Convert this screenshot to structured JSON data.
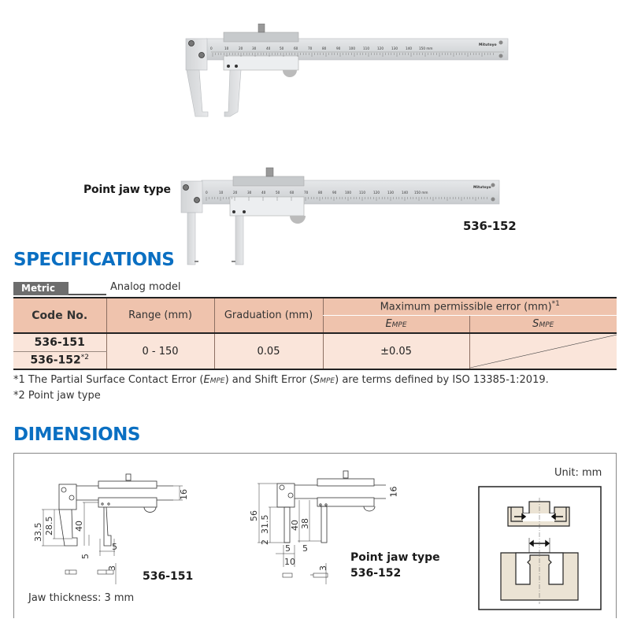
{
  "products": {
    "standard": {
      "code": "536-151",
      "scale_labels": [
        "0",
        "10",
        "20",
        "30",
        "40",
        "50",
        "60",
        "70",
        "80",
        "90",
        "100",
        "110",
        "120",
        "130",
        "140",
        "150"
      ],
      "brand": "Mitutoyo"
    },
    "point_jaw": {
      "label": "Point jaw type",
      "code": "536-152",
      "scale_labels": [
        "0",
        "10",
        "20",
        "30",
        "40",
        "50",
        "60",
        "70",
        "80",
        "90",
        "100",
        "110",
        "120",
        "130",
        "140",
        "150"
      ],
      "brand": "Mitutoyo"
    }
  },
  "specifications": {
    "title": "SPECIFICATIONS",
    "tab_label": "Metric",
    "model_type": "Analog model",
    "colors": {
      "title_blue": "#0a6fc2",
      "header_bg": "#efc3ad",
      "body_bg": "#fae5da",
      "tab_bg": "#6d6d6d"
    },
    "headers": {
      "code": "Code No.",
      "range": "Range (mm)",
      "graduation": "Graduation (mm)",
      "mpe": "Maximum permissible error (mm)",
      "mpe_note": "*1",
      "empe_main": "E",
      "empe_sub": "MPE",
      "smpe_main": "S",
      "smpe_sub": "MPE"
    },
    "rows": [
      {
        "code": "536-151",
        "note": ""
      },
      {
        "code": "536-152",
        "note": "*2"
      }
    ],
    "range": "0 - 150",
    "graduation": "0.05",
    "empe": "±0.05",
    "smpe": ""
  },
  "footnotes": {
    "fn1_prefix": "*1 The Partial Surface Contact Error (",
    "fn1_e": "E",
    "fn1_e_sub": "MPE",
    "fn1_mid": ") and Shift Error (",
    "fn1_s": "S",
    "fn1_s_sub": "MPE",
    "fn1_suffix": ") are terms defined by ISO 13385-1:2019.",
    "fn2": "*2 Point jaw type"
  },
  "dimensions": {
    "title": "DIMENSIONS",
    "unit": "Unit: mm",
    "jaw_thickness": "Jaw thickness: 3 mm",
    "drawing_151": {
      "code": "536-151",
      "dims": {
        "h_total": "33.5",
        "h_inner": "28.5",
        "jaw_len": "40",
        "beam": "16",
        "tip_a": "5",
        "tip_b": "5",
        "thk": "3"
      }
    },
    "drawing_152": {
      "label": "Point jaw type",
      "code": "536-152",
      "dims": {
        "h_total": "56",
        "h_jaw": "31.5",
        "tip_h": "2",
        "jaw_a": "40",
        "jaw_b": "38",
        "beam": "16",
        "w_a": "5",
        "w_b": "5",
        "w_c": "10",
        "thk": "3"
      }
    }
  }
}
